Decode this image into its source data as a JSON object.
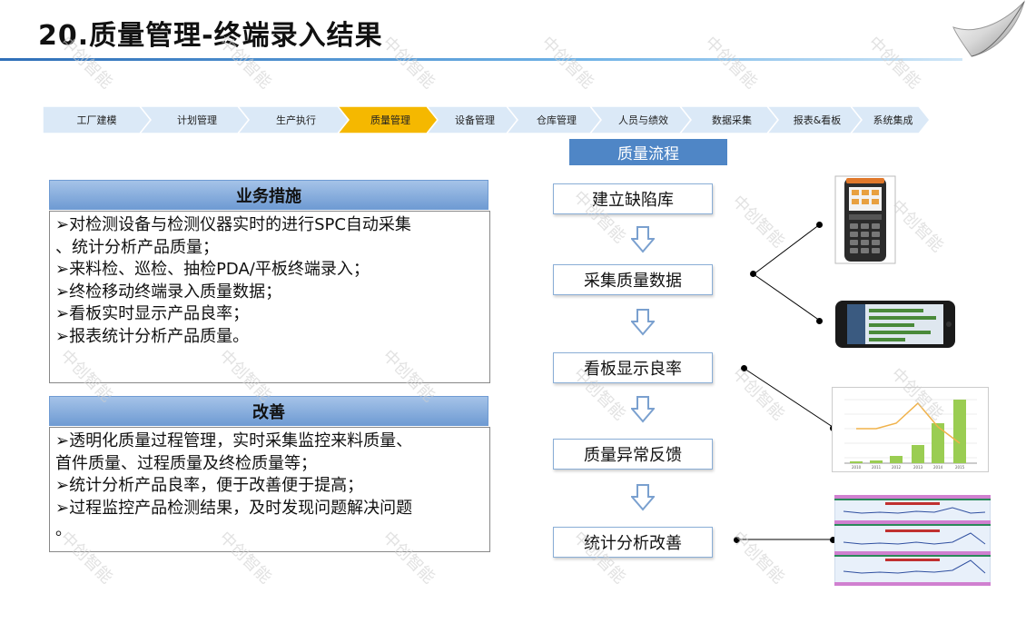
{
  "title": "20.质量管理-终端录入结果",
  "process_steps": [
    {
      "label": "工厂建模",
      "active": false
    },
    {
      "label": "计划管理",
      "active": false
    },
    {
      "label": "生产执行",
      "active": false
    },
    {
      "label": "质量管理",
      "active": true
    },
    {
      "label": "设备管理",
      "active": false
    },
    {
      "label": "仓库管理",
      "active": false
    },
    {
      "label": "人员与绩效",
      "active": false
    },
    {
      "label": "数据采集",
      "active": false
    },
    {
      "label": "报表&看板",
      "active": false
    },
    {
      "label": "系统集成",
      "active": false
    }
  ],
  "flow": {
    "title": "质量流程",
    "steps": [
      "建立缺陷库",
      "采集质量数据",
      "看板显示良率",
      "质量异常反馈",
      "统计分析改善"
    ]
  },
  "panels": {
    "business": {
      "heading": "业务措施",
      "lines": [
        "➢对检测设备与检测仪器实时的进行SPC自动采集",
        "、统计分析产品质量；",
        "➢来料检、巡检、抽检PDA/平板终端录入；",
        "➢终检移动终端录入质量数据；",
        "➢看板实时显示产品良率；",
        "➢报表统计分析产品质量。"
      ]
    },
    "improve": {
      "heading": "改善",
      "lines": [
        "➢透明化质量过程管理，实时采集监控来料质量、",
        "首件质量、过程质量及终检质量等；",
        "➢统计分析产品良率，便于改善便于提高；",
        "➢过程监控产品检测结果，及时发现问题解决问题",
        "。"
      ]
    }
  },
  "watermark": "中创智能",
  "colors": {
    "active_step": "#f5b800",
    "step": "#dbe9f7",
    "flow_header": "#4f86c6",
    "panel_header": "#7fa7d8"
  }
}
